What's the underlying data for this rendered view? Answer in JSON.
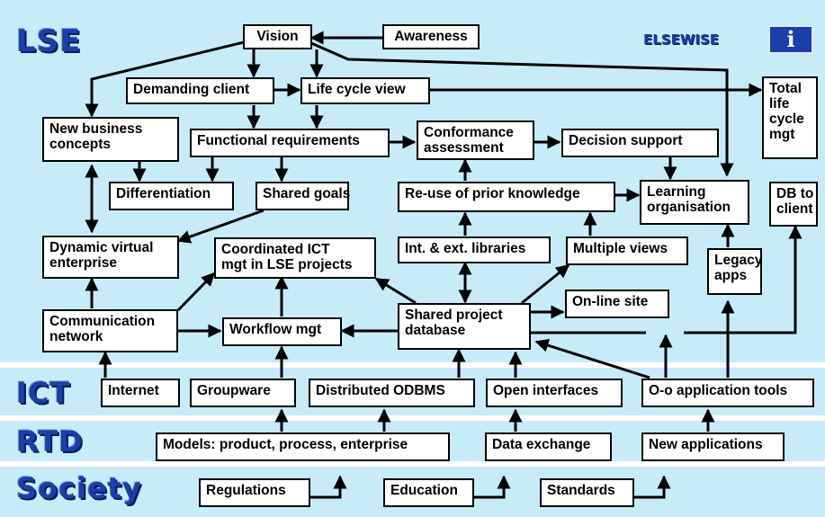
{
  "bands": {
    "lse": "LSE",
    "ict": "ICT",
    "rtd": "RTD",
    "society": "Society"
  },
  "brand": "ELSEWISE",
  "info_glyph": "i",
  "nodes": {
    "vision": "Vision",
    "awareness": "Awareness",
    "demanding_client": "Demanding client",
    "life_cycle_view": "Life cycle view",
    "total_lcm": [
      "Total",
      "life",
      "cycle",
      "mgt"
    ],
    "new_business": [
      "New business",
      "concepts"
    ],
    "functional_req": "Functional requirements",
    "conformance": [
      "Conformance",
      "assessment"
    ],
    "decision_support": "Decision support",
    "differentiation": "Differentiation",
    "shared_goals": "Shared goals",
    "reuse": "Re-use of prior knowledge",
    "learning_org": [
      "Learning",
      "organisation"
    ],
    "db_to_client": [
      "DB to",
      "client"
    ],
    "dynamic_ve": [
      "Dynamic virtual",
      "enterprise"
    ],
    "coordinated_ict": [
      "Coordinated ICT",
      "mgt in LSE projects"
    ],
    "libraries": "Int. & ext. libraries",
    "multiple_views": "Multiple views",
    "legacy_apps": [
      "Legacy",
      "apps"
    ],
    "comm_network": [
      "Communication",
      "network"
    ],
    "workflow": "Workflow mgt",
    "shared_db": [
      "Shared project",
      "database"
    ],
    "online_site": "On-line site",
    "internet": "Internet",
    "groupware": "Groupware",
    "odbms": "Distributed ODBMS",
    "open_interfaces": "Open interfaces",
    "oo_tools": "O-o application tools",
    "models": "Models: product, process, enterprise",
    "data_exchange": "Data exchange",
    "new_applications": "New applications",
    "regulations": "Regulations",
    "education": "Education",
    "standards": "Standards"
  },
  "colors": {
    "background": "#c7ecf7",
    "band_text": "#1b3fa6",
    "node_fill": "#ffffff",
    "stroke": "#000000"
  }
}
